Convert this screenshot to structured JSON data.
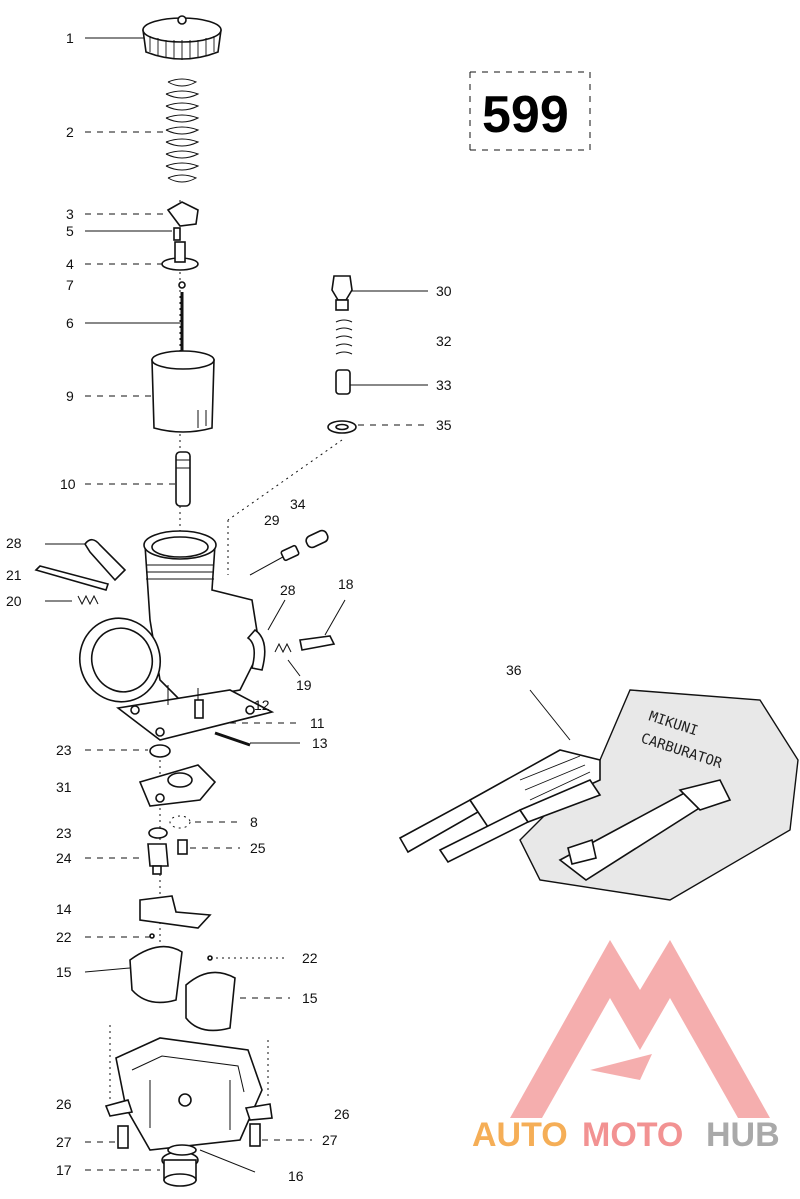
{
  "page_number": "599",
  "callouts": [
    {
      "key": "c1",
      "text": "1"
    },
    {
      "key": "c2",
      "text": "2"
    },
    {
      "key": "c3",
      "text": "3"
    },
    {
      "key": "c5",
      "text": "5"
    },
    {
      "key": "c4",
      "text": "4"
    },
    {
      "key": "c7",
      "text": "7"
    },
    {
      "key": "c6",
      "text": "6"
    },
    {
      "key": "c9",
      "text": "9"
    },
    {
      "key": "c10",
      "text": "10"
    },
    {
      "key": "c30",
      "text": "30"
    },
    {
      "key": "c32",
      "text": "32"
    },
    {
      "key": "c33",
      "text": "33"
    },
    {
      "key": "c35",
      "text": "35"
    },
    {
      "key": "c29",
      "text": "29"
    },
    {
      "key": "c34",
      "text": "34"
    },
    {
      "key": "c28a",
      "text": "28"
    },
    {
      "key": "c21",
      "text": "21"
    },
    {
      "key": "c20",
      "text": "20"
    },
    {
      "key": "c28b",
      "text": "28"
    },
    {
      "key": "c18",
      "text": "18"
    },
    {
      "key": "c19",
      "text": "19"
    },
    {
      "key": "c12",
      "text": "12"
    },
    {
      "key": "c11",
      "text": "11"
    },
    {
      "key": "c13",
      "text": "13"
    },
    {
      "key": "c36",
      "text": "36"
    },
    {
      "key": "c23a",
      "text": "23"
    },
    {
      "key": "c31",
      "text": "31"
    },
    {
      "key": "c8",
      "text": "8"
    },
    {
      "key": "c23b",
      "text": "23"
    },
    {
      "key": "c24",
      "text": "24"
    },
    {
      "key": "c25",
      "text": "25"
    },
    {
      "key": "c14",
      "text": "14"
    },
    {
      "key": "c22a",
      "text": "22"
    },
    {
      "key": "c22b",
      "text": "22"
    },
    {
      "key": "c15a",
      "text": "15"
    },
    {
      "key": "c15b",
      "text": "15"
    },
    {
      "key": "c26a",
      "text": "26"
    },
    {
      "key": "c26b",
      "text": "26"
    },
    {
      "key": "c27a",
      "text": "27"
    },
    {
      "key": "c27b",
      "text": "27"
    },
    {
      "key": "c17",
      "text": "17"
    },
    {
      "key": "c16",
      "text": "16"
    }
  ],
  "watermark": {
    "part1": "AUTO",
    "part2": "MOTO",
    "part3": "HUB",
    "color1": "#f4a13a",
    "color2": "#f08080",
    "color3": "#9b9b9b"
  },
  "tool_kit_text": {
    "line1": "MIKUNI",
    "line2": "CARBURATOR"
  }
}
